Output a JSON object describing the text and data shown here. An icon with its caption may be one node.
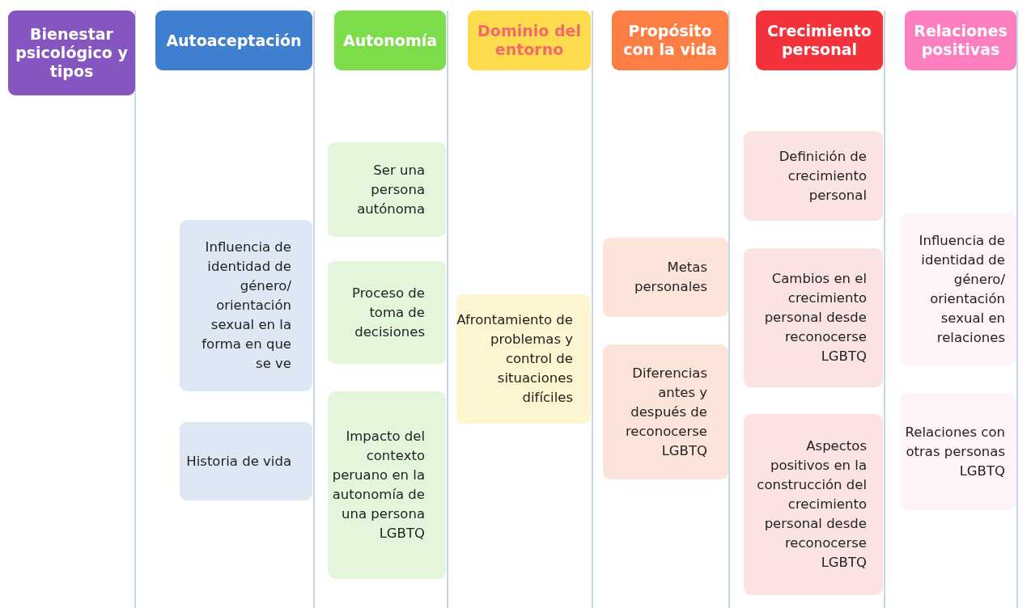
{
  "diagram": {
    "nodes": [
      {
        "text": [
          "Bienestar psicológico y tipos"
        ]
      },
      {
        "text": [
          "Autoaceptación"
        ]
      },
      {
        "text": [
          "Autonomía"
        ]
      },
      {
        "text": [
          "Dominio del entorno"
        ]
      },
      {
        "text": [
          "Propósito con la vida"
        ]
      },
      {
        "text": [
          "Crecimiento personal"
        ]
      },
      {
        "text": [
          "Relaciones positivas"
        ]
      },
      {
        "text": [
          "Influencia de identidad de género/ orientación sexual en la forma en que se ve"
        ]
      },
      {
        "text": [
          "Historia de vida"
        ]
      },
      {
        "text": [
          "Ser una persona autónoma"
        ]
      },
      {
        "text": [
          "Proceso de toma de decisiones"
        ]
      },
      {
        "text": [
          "Impacto del contexto peruano en la autonomía de una persona LGBTQ"
        ]
      },
      {
        "text": [
          "Afrontamiento de problemas y control de situaciones difíciles"
        ]
      },
      {
        "text": [
          "Metas personales"
        ]
      },
      {
        "text": [
          "Diferencias antes y después de reconocerse LGBTQ"
        ]
      },
      {
        "text": [
          "Definición de crecimiento personal"
        ]
      },
      {
        "text": [
          "Cambios en el crecimiento personal desde reconocerse LGBTQ"
        ]
      },
      {
        "text": [
          "Aspectos positivos en la construcción del crecimiento personal desde reconocerse LGBTQ"
        ]
      },
      {
        "text": [
          "Influencia de identidad de género/ orientación sexual en relaciones"
        ]
      },
      {
        "text": [
          "Relaciones con otras personas LGBTQ"
        ]
      }
    ]
  }
}
